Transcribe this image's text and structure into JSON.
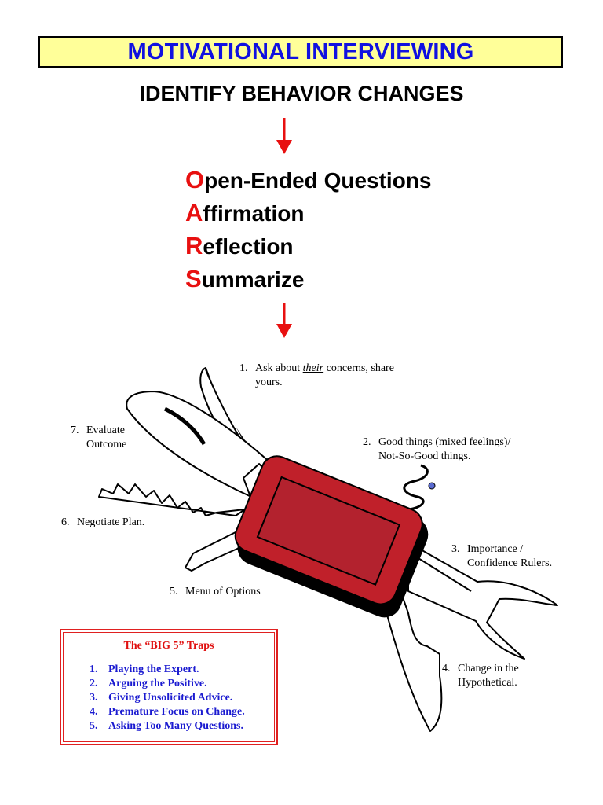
{
  "header": {
    "title": "MOTIVATIONAL INTERVIEWING",
    "subtitle": "IDENTIFY BEHAVIOR CHANGES"
  },
  "oars": [
    {
      "letter": "O",
      "rest": "pen-Ended Questions"
    },
    {
      "letter": "A",
      "rest": "ffirmation"
    },
    {
      "letter": "R",
      "rest": "eflection"
    },
    {
      "letter": "S",
      "rest": "ummarize"
    }
  ],
  "tools": {
    "t1": {
      "num": "1.",
      "before": "Ask about ",
      "emph": "their",
      "after": " concerns, share",
      "line2": "yours."
    },
    "t2": {
      "num": "2.",
      "line1": "Good things (mixed feelings)/",
      "line2": "Not-So-Good things."
    },
    "t3": {
      "num": "3.",
      "line1": "Importance /",
      "line2": "Confidence Rulers."
    },
    "t4": {
      "num": "4.",
      "line1": "Change in the",
      "line2": "Hypothetical."
    },
    "t5": {
      "num": "5.",
      "line1": "Menu of Options"
    },
    "t6": {
      "num": "6.",
      "line1": "Negotiate Plan."
    },
    "t7": {
      "num": "7.",
      "line1": "Evaluate",
      "line2": "Outcome"
    }
  },
  "traps": {
    "title": "The “BIG 5” Traps",
    "items": [
      {
        "num": "1.",
        "text": "Playing the Expert."
      },
      {
        "num": "2.",
        "text": "Arguing the Positive."
      },
      {
        "num": "3.",
        "text": "Giving Unsolicited Advice."
      },
      {
        "num": "4.",
        "text": "Premature Focus on Change."
      },
      {
        "num": "5.",
        "text": "Asking Too Many Questions."
      }
    ]
  },
  "colors": {
    "title_bg": "#ffff99",
    "title_text": "#1010e0",
    "accent_red": "#e81010",
    "knife_red": "#c0202a",
    "trap_text": "#1a1ad0"
  }
}
